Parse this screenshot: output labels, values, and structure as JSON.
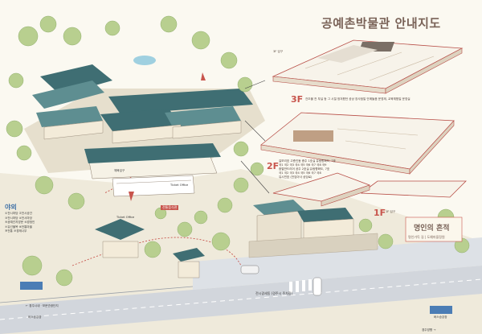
{
  "title": "공예촌박물관 안내지도",
  "floors": {
    "f3": {
      "label": "3F",
      "desc": "건조물 전 부실 등 그 시절 정겨웠던 공상 장사점일 안에들음 운영재, 교육체험일 운영실"
    },
    "f2": {
      "label": "2F",
      "lines": [
        "길보리호 고층인동 종주 1호실 유람향화도, 7호",
        "국1 국2 국3 국4 국5 국6 국7 국8 국9",
        "중열반드리어 공주 2호실 유람향화도, 7호",
        "국1 국2 국3 국4 국5 국6 국7 국8",
        "유시민호 (전임아사 상당료)"
      ]
    },
    "f1": {
      "label": "1F"
    }
  },
  "labels": {
    "entrance_3f": "3F 입구",
    "entrance_1f": "1F 입구",
    "main_entrance": "체육입구",
    "ticket_office": "Ticket Office",
    "ticket_office_2": "Ticket Office",
    "restaurant": "전통음식관",
    "parking": "전시광세동 (경주시 주차장)",
    "road_left": "← 경주시내 · 보문관광단지",
    "road_right": "경주방향 →",
    "bus_left": "버스승강장",
    "bus_right": "버스승강장"
  },
  "outdoor": {
    "title": "야외",
    "items": [
      "①전시마당 ②전시공간",
      "③전시마당 ④전시마당",
      "⑤공예관지방문 ⑥경정인",
      "⑦유선물목 ⑧전통마을",
      "⑨전통 ⑩경제나무"
    ]
  },
  "heritage": {
    "title": "명인의 흔적",
    "subtitle": "명인가득 길 | 도예마을정원"
  },
  "colors": {
    "roof": "#3f6e73",
    "roof_light": "#5e8e91",
    "wall": "#f3ebd9",
    "tree": "#b8cf8f",
    "tree_dark": "#8fae6b",
    "ground": "#eae4d5",
    "road": "#cfd4da",
    "accent": "#c8554d"
  }
}
